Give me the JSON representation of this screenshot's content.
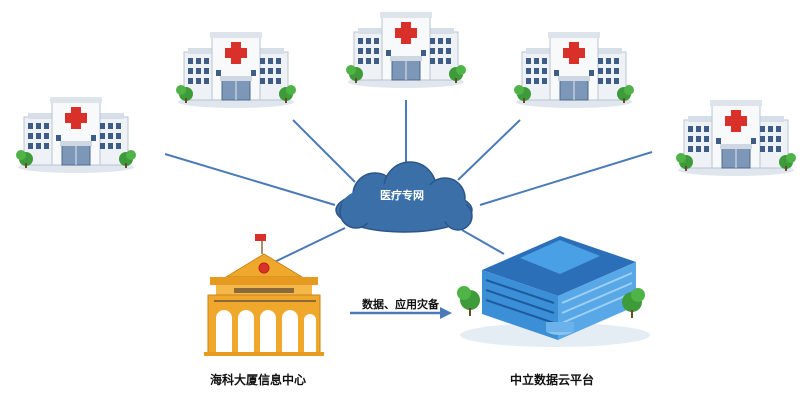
{
  "network_label": "医疗专网",
  "left_building_label": "海科大厦信息中心",
  "right_building_label": "中立数据云平台",
  "arrow_label": "数据、应用灾备",
  "hospital_icon": "hospital-building",
  "colors": {
    "link": "#4a7ab8",
    "cloud": "#3a6fa8",
    "hospital_wall": "#eef2f6",
    "cross": "#d9302a",
    "gov_building": "#f0a82c",
    "datacenter": "#3b8fd6",
    "tree": "#3d9b3a"
  }
}
